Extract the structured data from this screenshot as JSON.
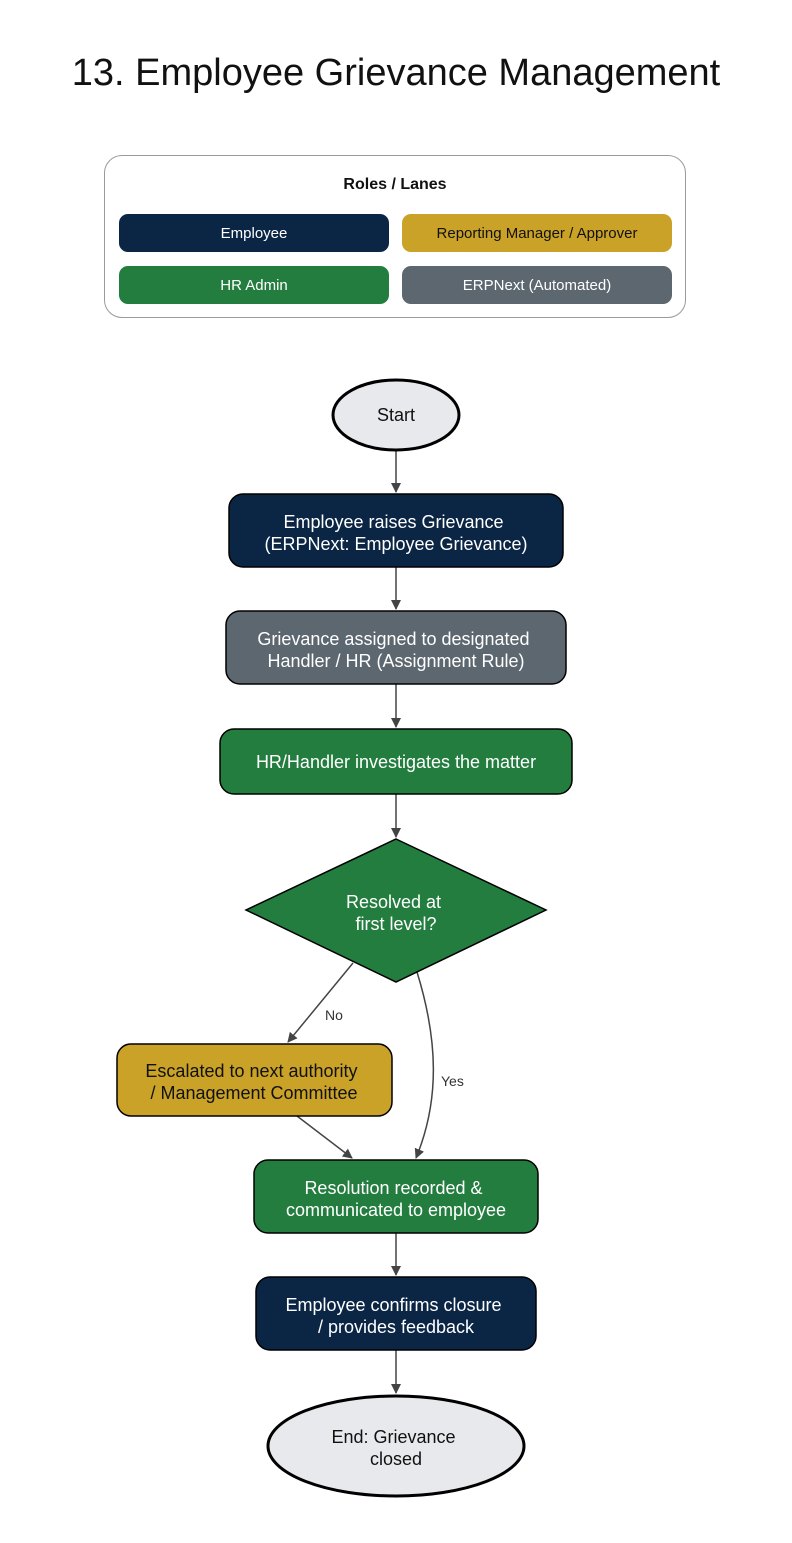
{
  "title": "13. Employee Grievance Management",
  "legend": {
    "title": "Roles / Lanes",
    "items": [
      {
        "label": "Employee",
        "color": "#0b2545",
        "text_color": "#ffffff"
      },
      {
        "label": "Reporting Manager / Approver",
        "color": "#c9a227",
        "text_color": "#111111"
      },
      {
        "label": "HR Admin",
        "color": "#237d3f",
        "text_color": "#ffffff"
      },
      {
        "label": "ERPNext (Automated)",
        "color": "#5c6770",
        "text_color": "#ffffff"
      }
    ]
  },
  "nodes": {
    "start": {
      "lines": [
        "Start"
      ]
    },
    "raise": {
      "lines": [
        "Employee raises Grievance",
        "(ERPNext: Employee Grievance)"
      ]
    },
    "assign": {
      "lines": [
        "Grievance assigned to designated",
        "Handler / HR (Assignment Rule)"
      ]
    },
    "investigate": {
      "lines": [
        "HR/Handler investigates the matter"
      ]
    },
    "decision": {
      "lines": [
        "Resolved at",
        "first level?"
      ]
    },
    "escalate": {
      "lines": [
        "Escalated to next authority",
        "/ Management Committee"
      ]
    },
    "resolution": {
      "lines": [
        "Resolution recorded &",
        "communicated to employee"
      ]
    },
    "confirm": {
      "lines": [
        "Employee confirms closure",
        "/ provides feedback"
      ]
    },
    "end": {
      "lines": [
        "End: Grievance",
        "closed"
      ]
    }
  },
  "edges": {
    "no_label": "No",
    "yes_label": "Yes"
  },
  "colors": {
    "terminal_fill": "#e8e9ec",
    "arrow": "#444444"
  }
}
